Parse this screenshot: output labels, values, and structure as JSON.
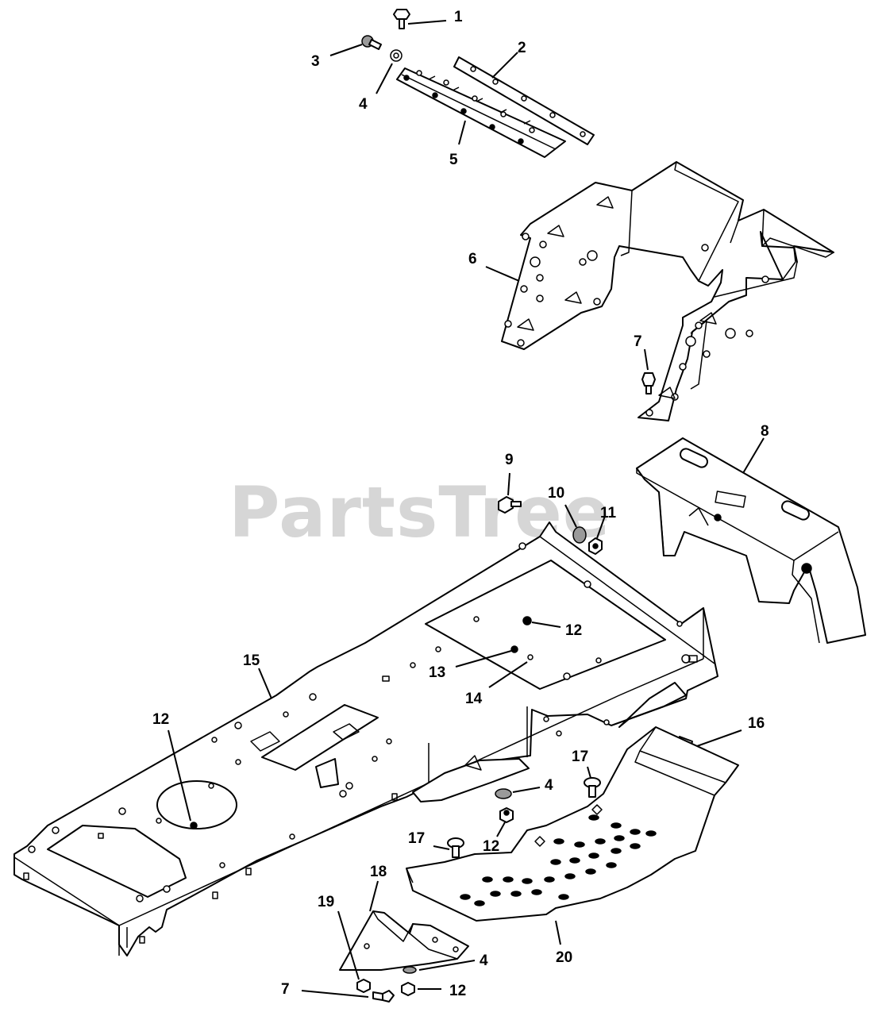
{
  "watermark": "PartsTree",
  "callouts": {
    "c1": "1",
    "c2": "2",
    "c3": "3",
    "c4a": "4",
    "c5": "5",
    "c6": "6",
    "c7a": "7",
    "c8": "8",
    "c9": "9",
    "c10": "10",
    "c11": "11",
    "c12a": "12",
    "c13": "13",
    "c14": "14",
    "c15": "15",
    "c12b": "12",
    "c16": "16",
    "c17a": "17",
    "c4b": "4",
    "c12c": "12",
    "c17b": "17",
    "c18": "18",
    "c19": "19",
    "c20": "20",
    "c4c": "4",
    "c7b": "7",
    "c12d": "12"
  },
  "colors": {
    "line": "#000000",
    "watermark": "#c9c9c9",
    "background": "#ffffff"
  }
}
